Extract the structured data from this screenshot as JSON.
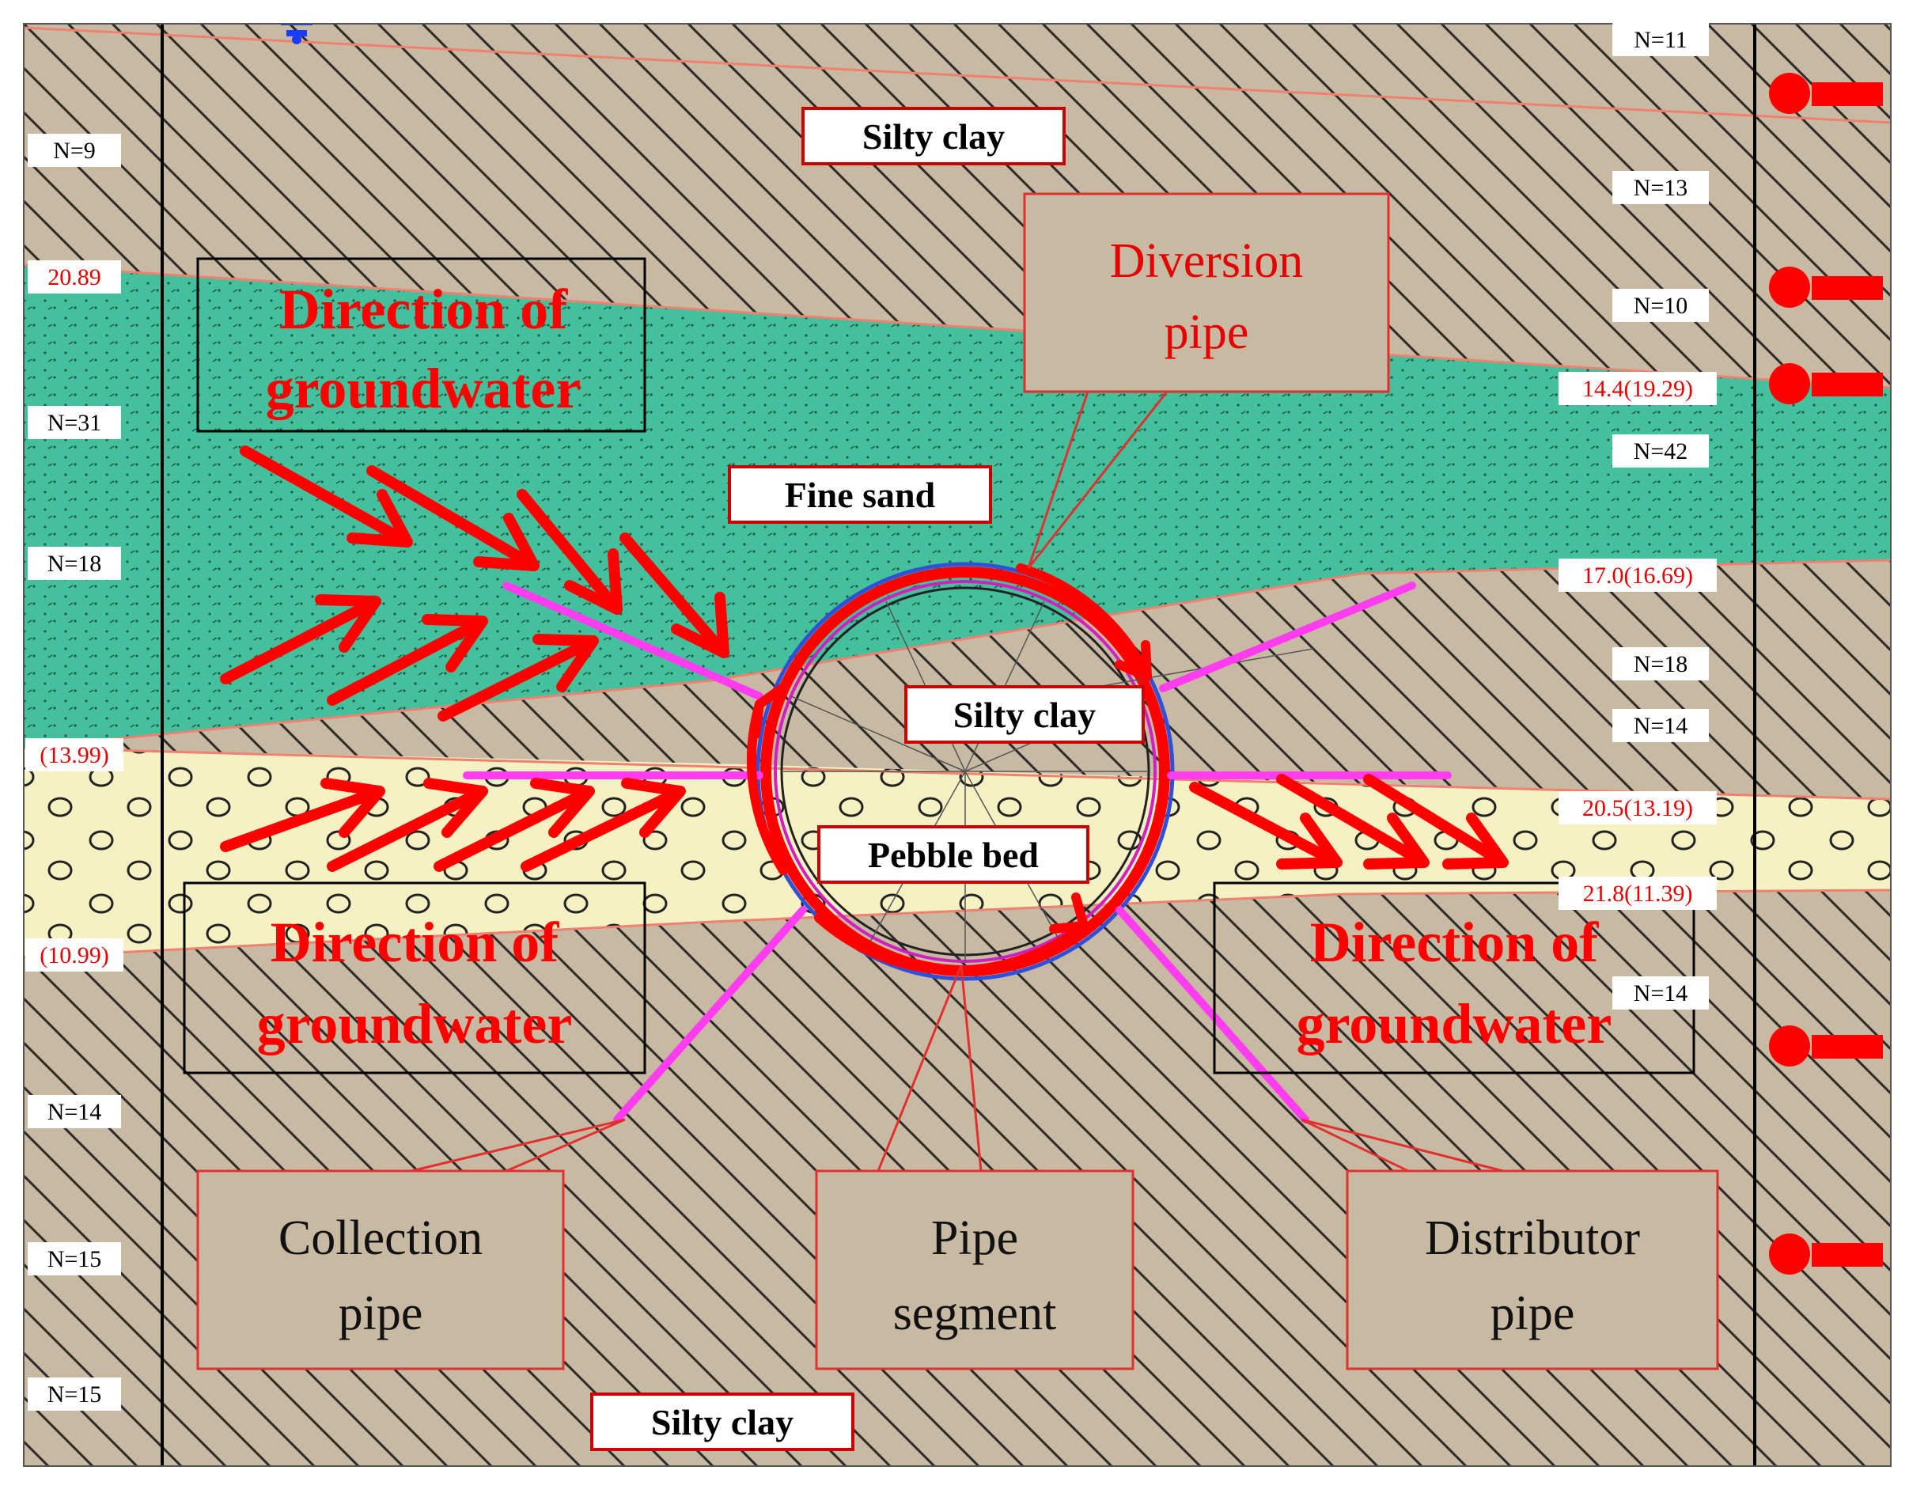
{
  "layers": {
    "silty_clay_top": "Silty clay",
    "fine_sand": "Fine sand",
    "silty_clay_mid": "Silty clay",
    "pebble_bed": "Pebble bed",
    "silty_clay_bottom": "Silty clay"
  },
  "direction_labels": {
    "top_left": [
      "Direction of",
      "groundwater"
    ],
    "bottom_left": [
      "Direction of",
      "groundwater"
    ],
    "bottom_right": [
      "Direction of",
      "groundwater"
    ]
  },
  "callouts": {
    "diversion_pipe": [
      "Diversion",
      "pipe"
    ],
    "collection_pipe": [
      "Collection",
      "pipe"
    ],
    "pipe_segment": [
      "Pipe",
      "segment"
    ],
    "distributor_pipe": [
      "Distributor",
      "pipe"
    ]
  },
  "left_borehole": {
    "spt": [
      "N=9",
      "N=31",
      "N=18",
      "N=14",
      "N=15",
      "N=15"
    ],
    "elevations": [
      "20.89",
      "(13.99)",
      "(10.99)"
    ]
  },
  "right_borehole": {
    "spt": [
      "N=11",
      "N=13",
      "N=10",
      "N=42",
      "N=18",
      "N=14",
      "N=14"
    ],
    "elevations": [
      "14.4(19.29)",
      "17.0(16.69)",
      "20.5(13.19)",
      "21.8(11.39)"
    ]
  },
  "colors": {
    "clay": "#c8b9a3",
    "fine_sand": "#45c09c",
    "pebble": "#f5f1c3",
    "arrow_red": "#ff0000",
    "pipe_magenta": "#ff3cf0",
    "label_red": "#e60000"
  }
}
